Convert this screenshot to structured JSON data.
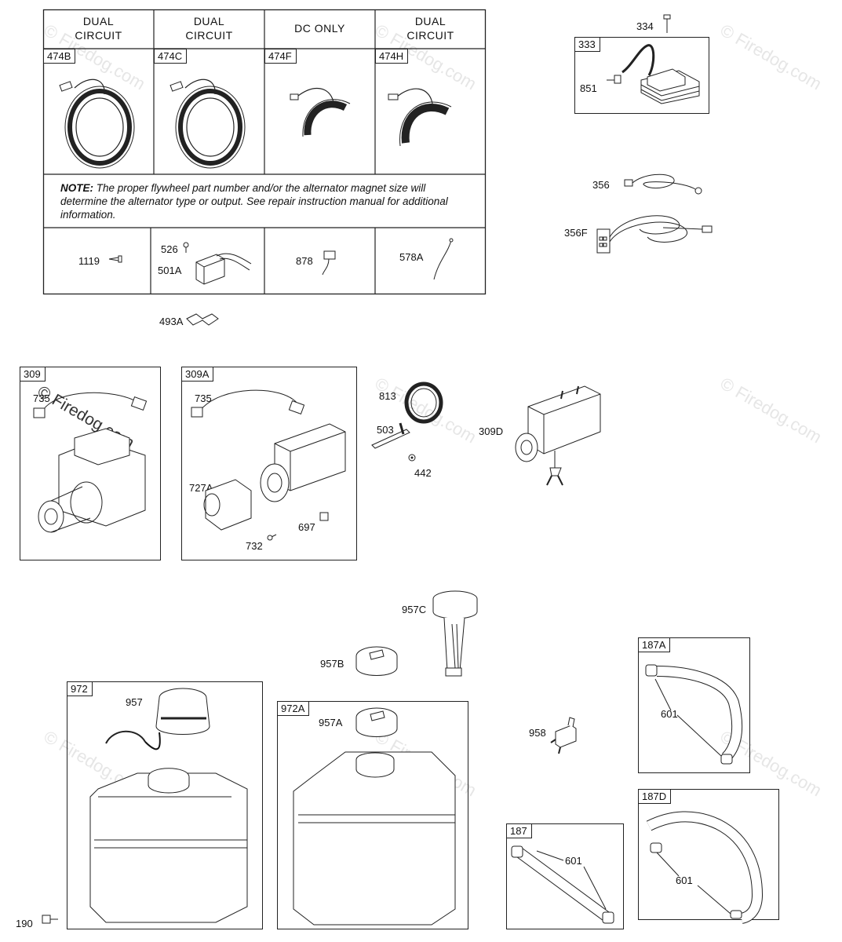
{
  "watermark": "© Firedog.com",
  "alternator_table": {
    "headers": [
      "DUAL\nCIRCUIT",
      "DUAL\nCIRCUIT",
      "DC ONLY",
      "DUAL\nCIRCUIT"
    ],
    "parts": [
      "474B",
      "474C",
      "474F",
      "474H"
    ],
    "note_label": "NOTE:",
    "note_text": "The proper flywheel part number and/or the alternator magnet size will determine the alternator type or output. See repair instruction manual for additional information.",
    "bottom_labels": [
      "1119",
      "526",
      "501A",
      "878",
      "578A"
    ]
  },
  "labels": {
    "p493A": "493A",
    "p334": "334",
    "p333": "333",
    "p851": "851",
    "p356": "356",
    "p356F": "356F",
    "p309": "309",
    "p735a": "735",
    "p309A": "309A",
    "p735b": "735",
    "p727A": "727A",
    "p697": "697",
    "p732": "732",
    "p813": "813",
    "p503": "503",
    "p442": "442",
    "p309D": "309D",
    "p957C": "957C",
    "p957B": "957B",
    "p972": "972",
    "p957": "957",
    "p972A": "972A",
    "p957A": "957A",
    "p958": "958",
    "p187A": "187A",
    "p601a": "601",
    "p187": "187",
    "p601b": "601",
    "p187D": "187D",
    "p601c": "601",
    "p190": "190"
  }
}
